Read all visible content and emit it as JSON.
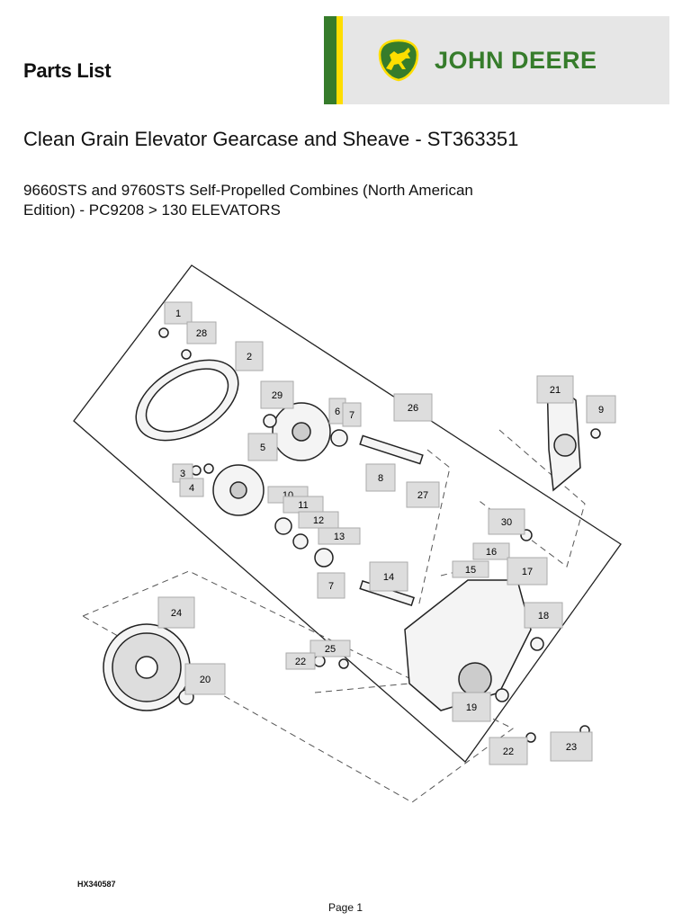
{
  "header": {
    "title": "Parts List",
    "brand": "JOHN DEERE",
    "logo_icon": "deer-logo-icon",
    "brand_green": "#367c2b",
    "brand_yellow": "#ffde00"
  },
  "document": {
    "title": "Clean Grain Elevator Gearcase and Sheave - ST363351",
    "subtitle": "9660STS and 9760STS Self-Propelled Combines (North American Edition) - PC9208 > 130 ELEVATORS"
  },
  "diagram": {
    "figure_code": "HX340587",
    "callouts": [
      "1",
      "28",
      "2",
      "29",
      "6",
      "7",
      "26",
      "21",
      "9",
      "3",
      "4",
      "5",
      "8",
      "27",
      "10",
      "11",
      "12",
      "13",
      "30",
      "16",
      "15",
      "17",
      "7",
      "14",
      "24",
      "18",
      "25",
      "22",
      "20",
      "19",
      "22",
      "23"
    ]
  },
  "footer": {
    "page": "Page 1"
  }
}
